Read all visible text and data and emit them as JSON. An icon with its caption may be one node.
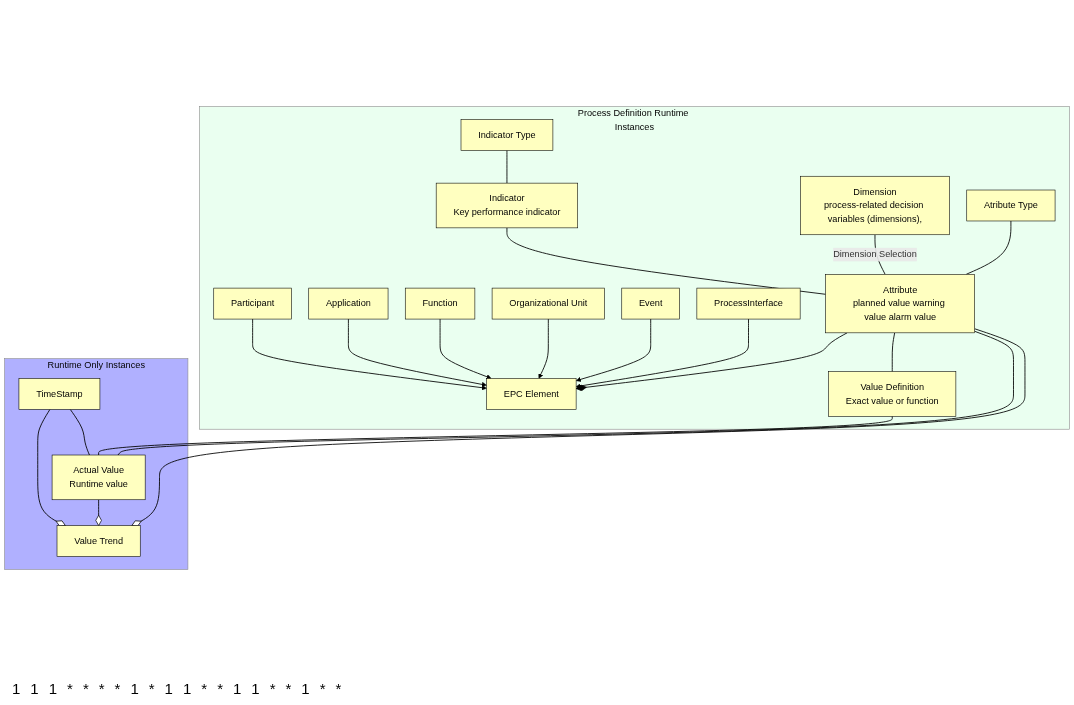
{
  "diagram": {
    "nodes": [
      {
        "text": [
          "Process Definition Runtime Instances"
        ]
      },
      {
        "text": [
          "Indicator Type"
        ],
        "in": 0
      },
      {
        "text": [
          "Atribute Type"
        ],
        "in": 0
      },
      {
        "text": [
          "Dimension",
          "process-related decision variables (dimensions),"
        ],
        "in": 0
      },
      {
        "text": [
          "Indicator",
          "Key performance indicator"
        ],
        "in": 0
      },
      {
        "text": [
          "Attribute",
          "planned value warning value alarm value"
        ],
        "in": 0
      },
      {
        "text": [
          "Runtime Only Instances"
        ]
      },
      {
        "text": [
          "Value Trend"
        ],
        "in": 6
      },
      {
        "text": [
          "EPC Element"
        ],
        "in": 0
      },
      {
        "text": [
          "Value Definition",
          "Exact value or function"
        ],
        "in": 0
      },
      {
        "text": [
          "TimeStamp"
        ],
        "in": 6
      },
      {
        "text": [
          "ProcessInterface"
        ],
        "in": 0
      },
      {
        "text": [
          "Event"
        ],
        "in": 0
      },
      {
        "text": [
          "Organizational Unit"
        ],
        "in": 0
      },
      {
        "text": [
          "Function"
        ],
        "in": 0
      },
      {
        "text": [
          "Actual Value",
          "Runtime value"
        ],
        "in": 6
      },
      {
        "text": [
          "Application"
        ],
        "in": 0
      },
      {
        "text": [
          "Participant"
        ],
        "in": 0
      }
    ],
    "edges": [
      {
        "from": 1,
        "to": 4,
        "arrow": "none"
      },
      {
        "from": 2,
        "to": 5,
        "arrow": "none"
      },
      {
        "from": 3,
        "to": 5,
        "arrow": "none",
        "label": "Dimension Selection"
      },
      {
        "from": 4,
        "to": 5,
        "arrow": "none"
      },
      {
        "from": 5,
        "to": 8,
        "arrow": "other"
      },
      {
        "from": 5,
        "to": 9,
        "arrow": "none"
      },
      {
        "from": 5,
        "to": 15,
        "arrow": "none"
      },
      {
        "from": 5,
        "to": 7,
        "arrow": "other"
      },
      {
        "from": 15,
        "to": 7,
        "arrow": "other"
      },
      {
        "from": 10,
        "to": 7,
        "arrow": "other"
      },
      {
        "from": 9,
        "to": 15,
        "arrow": "none"
      },
      {
        "from": 10,
        "to": 15,
        "arrow": "none"
      },
      {
        "from": 11,
        "to": 8,
        "arrow": "to"
      },
      {
        "from": 12,
        "to": 8,
        "arrow": "to"
      },
      {
        "from": 13,
        "to": 8,
        "arrow": "to"
      },
      {
        "from": 14,
        "to": 8,
        "arrow": "to"
      },
      {
        "from": 16,
        "to": 8,
        "arrow": "to"
      },
      {
        "from": 17,
        "to": 8,
        "arrow": "to"
      }
    ],
    "labels": [
      "1",
      "1",
      "1",
      "*",
      "*",
      "*",
      "*",
      "1",
      "*",
      "1",
      "1",
      "*",
      "*",
      "1",
      "1",
      "*",
      "*",
      "1",
      "*",
      "*"
    ]
  }
}
